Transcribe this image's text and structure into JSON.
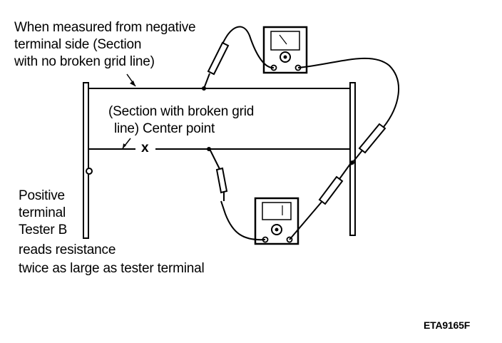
{
  "labels": {
    "negative_side": [
      "When measured from negative",
      "terminal side (Section",
      "with no broken grid line)"
    ],
    "broken_section": [
      "(Section with broken grid",
      "line)  Center point"
    ],
    "center_mark": "x",
    "positive_terminal_note": [
      "Positive",
      "terminal",
      "Tester B",
      "reads resistance",
      "twice as large as tester terminal"
    ],
    "figure_code": "ETA9165F"
  },
  "icons": {
    "meter_top": "analog-tester-icon",
    "meter_bottom": "analog-tester-icon",
    "probe": "test-probe-icon"
  },
  "colors": {
    "ink": "#000000",
    "background": "#ffffff"
  }
}
